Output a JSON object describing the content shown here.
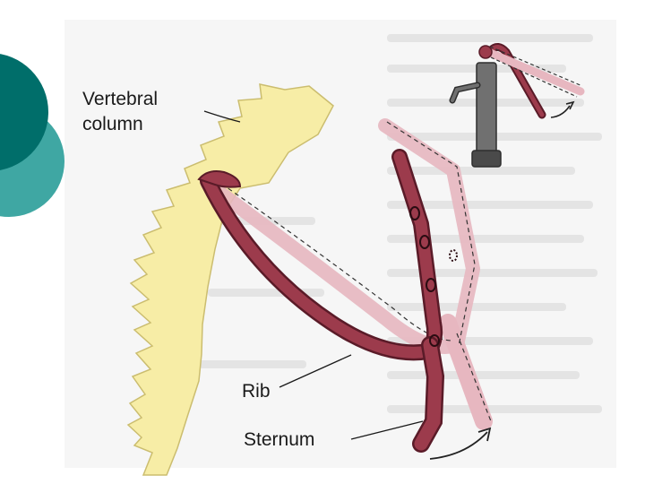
{
  "labels": {
    "vertebral_line1": "Vertebral",
    "vertebral_line2": "column",
    "rib": "Rib",
    "sternum": "Sternum"
  },
  "colors": {
    "background": "#ffffff",
    "panel": "#f6f6f6",
    "spine": "#f7eda6",
    "spine_outline": "#cbbd6f",
    "rib": "#9c3b4c",
    "rib_outline": "#5a1b28",
    "rib_shadow": "#e7b7c0",
    "pump": "#707070",
    "accent_teal_dark": "#006e6a",
    "accent_teal_light": "#3fa7a3"
  },
  "icons": [
    "pump-handle-icon",
    "motion-arrow-icon"
  ]
}
